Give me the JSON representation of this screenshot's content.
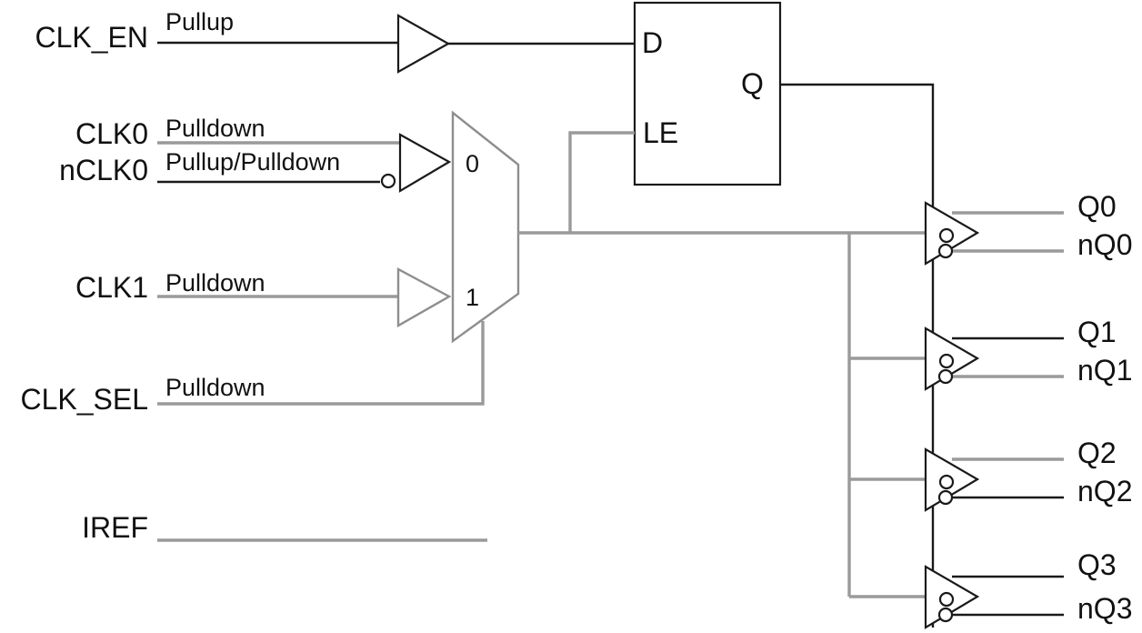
{
  "inputs": {
    "clk_en": {
      "name": "CLK_EN",
      "bias": "Pullup"
    },
    "clk0": {
      "name": "CLK0",
      "bias": "Pulldown"
    },
    "nclk0": {
      "name": "nCLK0",
      "bias": "Pullup/Pulldown"
    },
    "clk1": {
      "name": "CLK1",
      "bias": "Pulldown"
    },
    "clk_sel": {
      "name": "CLK_SEL",
      "bias": "Pulldown"
    },
    "iref": {
      "name": "IREF"
    }
  },
  "mux": {
    "in0": "0",
    "in1": "1"
  },
  "latch": {
    "d": "D",
    "q": "Q",
    "le": "LE"
  },
  "outputs": [
    {
      "q": "Q0",
      "nq": "nQ0"
    },
    {
      "q": "Q1",
      "nq": "nQ1"
    },
    {
      "q": "Q2",
      "nq": "nQ2"
    },
    {
      "q": "Q3",
      "nq": "nQ3"
    }
  ],
  "colors": {
    "black_wire": "#1a1a1a",
    "gray_wire": "#9a9a9a"
  }
}
